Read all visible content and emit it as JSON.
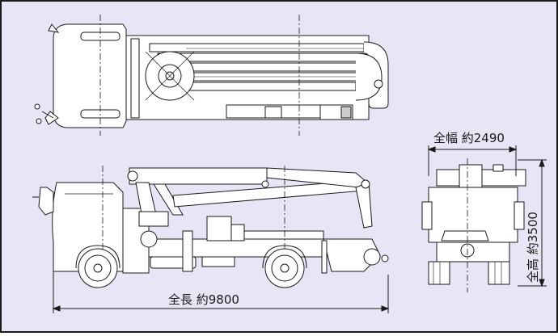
{
  "colors": {
    "background": "#e6e6f6",
    "border": "#1a1a1a",
    "line": "#1a1a1a",
    "fill": "#ffffff"
  },
  "views": {
    "top": "top-view",
    "side": "side-view",
    "rear": "rear-view"
  },
  "dimensions": {
    "width_label": "全幅 約2490",
    "height_label": "全高 約3500",
    "length_label": "全長 約9800"
  }
}
